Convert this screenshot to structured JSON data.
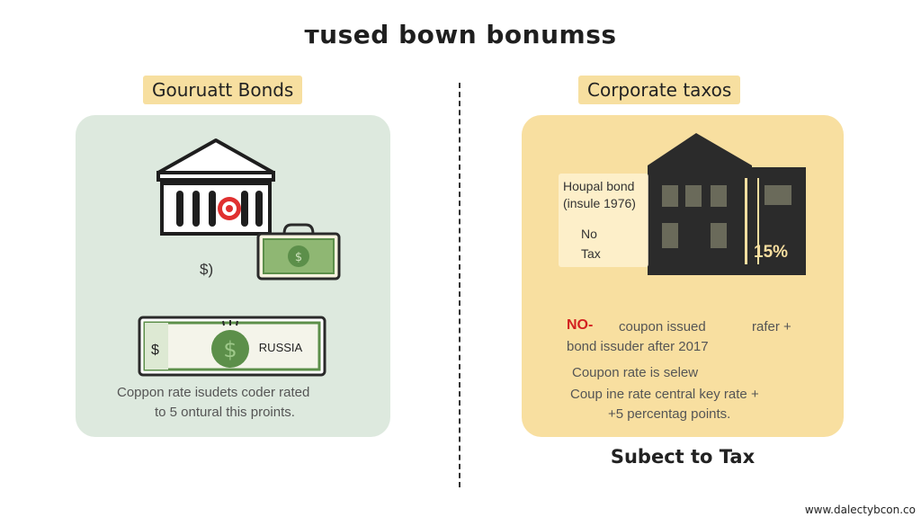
{
  "title": "тused bown bonumss",
  "left": {
    "tag": "Gouruatt Bonds",
    "dollar_text": "$)",
    "banknote": {
      "dollar_sign": "$",
      "country": "RUSSIA"
    },
    "cash_symbol": "$",
    "description": [
      "Coppon rate isudets coder rated",
      "to 5 ontural this proints."
    ]
  },
  "right": {
    "tag": "Corporate taxos",
    "box_lines": [
      "Houpal bond",
      "(insule 1976)",
      "No",
      "Tax"
    ],
    "rate": "15%",
    "no_label": "NO-",
    "notes": [
      "coupon issued",
      "rafer +",
      "bond issuder after 2017",
      "Coupon rate is selew",
      "Coup ine rate central key rate +",
      "+5 percentag points."
    ],
    "subject": "Subect to Tax"
  },
  "footer": "www.dalectybcon.co",
  "colors": {
    "panel_left": "#dde9de",
    "panel_right": "#f8dfa0",
    "tag": "#f7dfa0",
    "money_green": "#5c8f4a",
    "target_red": "#e03030",
    "accent_red": "#d32020"
  },
  "icons": [
    "bank-building-icon",
    "target-icon",
    "cash-bundle-icon",
    "banknote-icon",
    "office-building-icon"
  ]
}
